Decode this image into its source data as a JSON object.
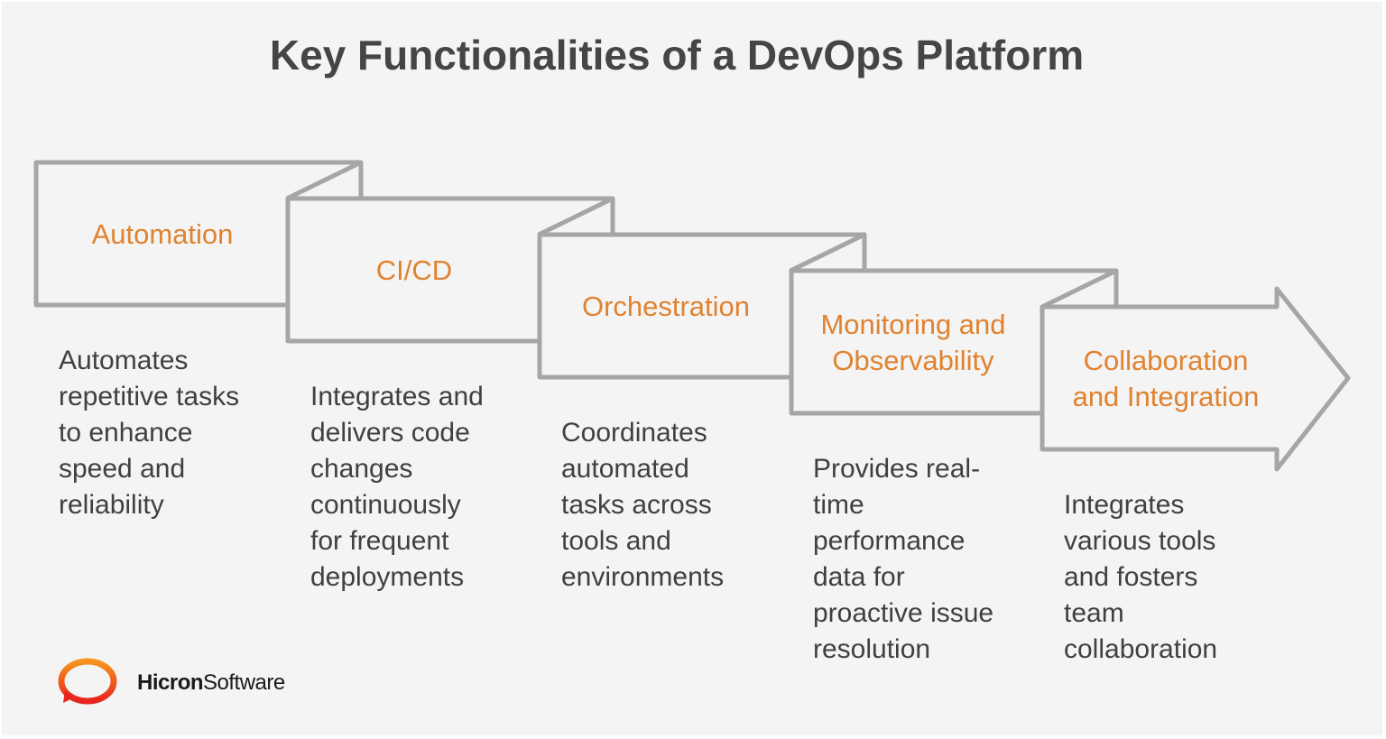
{
  "title": "Key Functionalities of a DevOps Platform",
  "colors": {
    "background": "#f4f4f4",
    "outline": "#a6a6a6",
    "label": "#e0822f",
    "text": "#404040",
    "title": "#454545"
  },
  "steps": [
    {
      "label": "Automation",
      "description": "Automates\nrepetitive tasks\nto enhance\nspeed and\nreliability"
    },
    {
      "label": "CI/CD",
      "description": "Integrates and\ndelivers code\nchanges\ncontinuously\nfor frequent\ndeployments"
    },
    {
      "label": "Orchestration",
      "description": "Coordinates\nautomated\ntasks across\ntools and\nenvironments"
    },
    {
      "label": "Monitoring and\nObservability",
      "description": "Provides real-\ntime\nperformance\ndata for\nproactive issue\nresolution"
    },
    {
      "label": "Collaboration\nand Integration",
      "description": "Integrates\nvarious tools\nand fosters\nteam\ncollaboration"
    }
  ],
  "logo": {
    "icon": "speech-bubble-ring-icon",
    "brand_bold": "Hicron",
    "brand_regular": "Software"
  }
}
